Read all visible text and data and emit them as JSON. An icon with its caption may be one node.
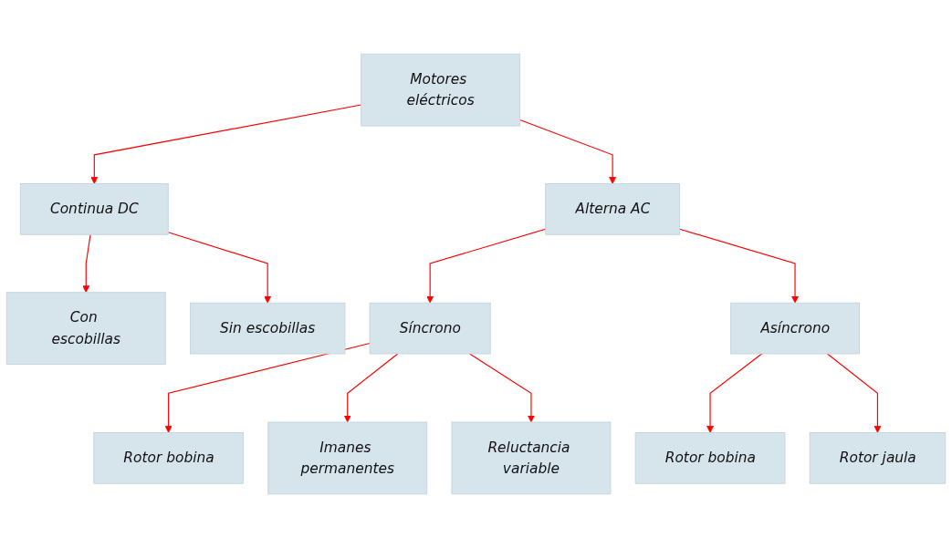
{
  "diagram": {
    "nodes": [
      {
        "text": [
          "Motores eléctricos"
        ]
      },
      {
        "text": [
          "Continua DC"
        ]
      },
      {
        "text": [
          "Alterna AC"
        ]
      },
      {
        "text": [
          "Con escobillas"
        ]
      },
      {
        "text": [
          "Sin escobillas"
        ]
      },
      {
        "text": [
          "Síncrono"
        ]
      },
      {
        "text": [
          "Asíncrono"
        ]
      },
      {
        "text": [
          "Rotor bobina"
        ]
      },
      {
        "text": [
          "Imanes permanentes"
        ]
      },
      {
        "text": [
          "Reluctancia variable"
        ]
      },
      {
        "text": [
          "Rotor bobina"
        ]
      },
      {
        "text": [
          "Rotor jaula"
        ]
      }
    ],
    "edges": [
      {
        "from": 0,
        "to": 1,
        "arrow": "to"
      },
      {
        "from": 0,
        "to": 2,
        "arrow": "to"
      },
      {
        "from": 1,
        "to": 3,
        "arrow": "to"
      },
      {
        "from": 1,
        "to": 4,
        "arrow": "to"
      },
      {
        "from": 2,
        "to": 5,
        "arrow": "to"
      },
      {
        "from": 2,
        "to": 6,
        "arrow": "to"
      },
      {
        "from": 5,
        "to": 7,
        "arrow": "to"
      },
      {
        "from": 5,
        "to": 8,
        "arrow": "to"
      },
      {
        "from": 5,
        "to": 9,
        "arrow": "to"
      },
      {
        "from": 6,
        "to": 10,
        "arrow": "to"
      },
      {
        "from": 6,
        "to": 11,
        "arrow": "to"
      }
    ]
  }
}
